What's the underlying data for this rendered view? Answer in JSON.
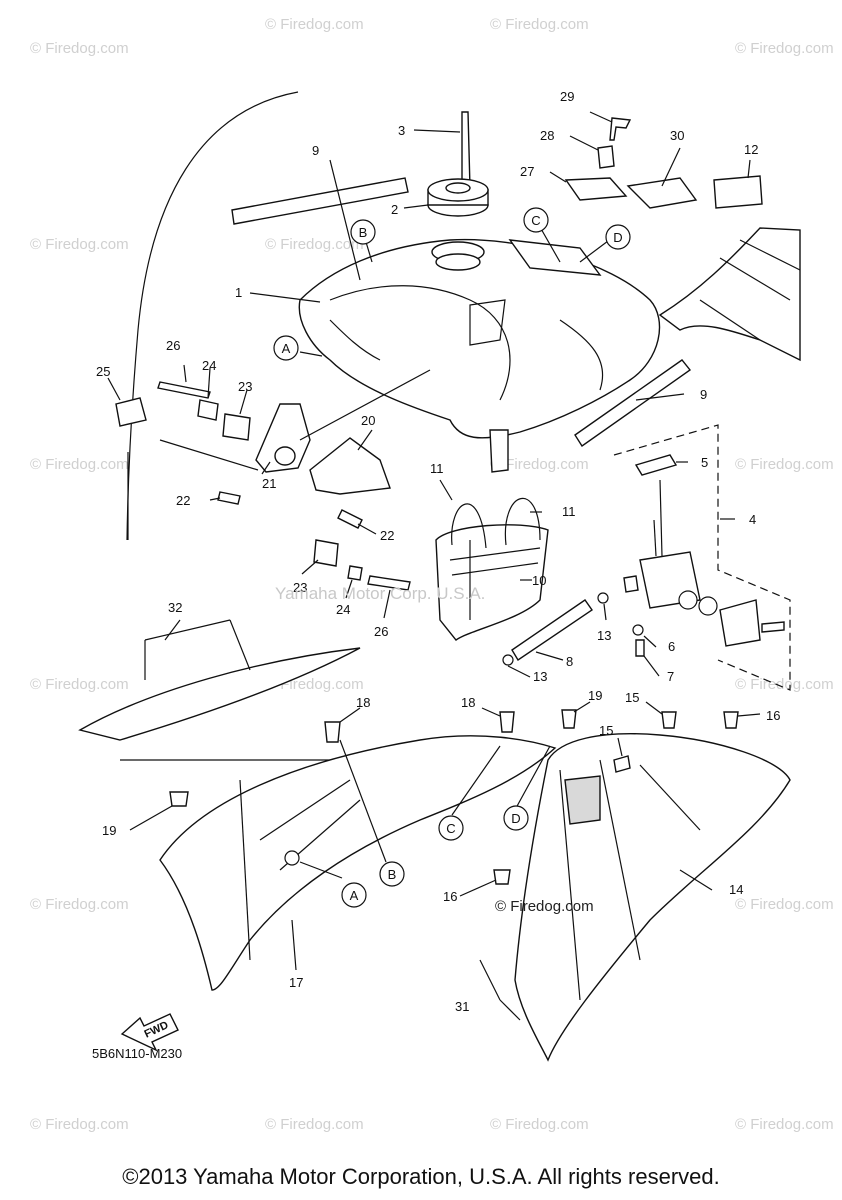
{
  "watermark": "© Firedog.com",
  "watermark_center": "Yamaha Motor Corp. U.S.A.",
  "watermark_inline": "© Firedog.com",
  "drawing_code": "5B6N110-M230",
  "fwd_label": "FWD",
  "copyright": "©2013 Yamaha Motor Corporation, U.S.A. All rights reserved.",
  "reference_letters": [
    "A",
    "B",
    "C",
    "D"
  ],
  "callouts": {
    "c1": "1",
    "c2": "2",
    "c3": "3",
    "c4": "4",
    "c5": "5",
    "c6": "6",
    "c7": "7",
    "c8": "8",
    "c9a": "9",
    "c9b": "9",
    "c10": "10",
    "c11a": "11",
    "c11b": "11",
    "c12": "12",
    "c13a": "13",
    "c13b": "13",
    "c14": "14",
    "c15a": "15",
    "c15b": "15",
    "c16a": "16",
    "c16b": "16",
    "c17": "17",
    "c18a": "18",
    "c18b": "18",
    "c19a": "19",
    "c19b": "19",
    "c20": "20",
    "c21": "21",
    "c22a": "22",
    "c22b": "22",
    "c23a": "23",
    "c23b": "23",
    "c24a": "24",
    "c24b": "24",
    "c25": "25",
    "c26a": "26",
    "c26b": "26",
    "c27": "27",
    "c28": "28",
    "c29": "29",
    "c30": "30",
    "c31": "31",
    "c32": "32"
  }
}
